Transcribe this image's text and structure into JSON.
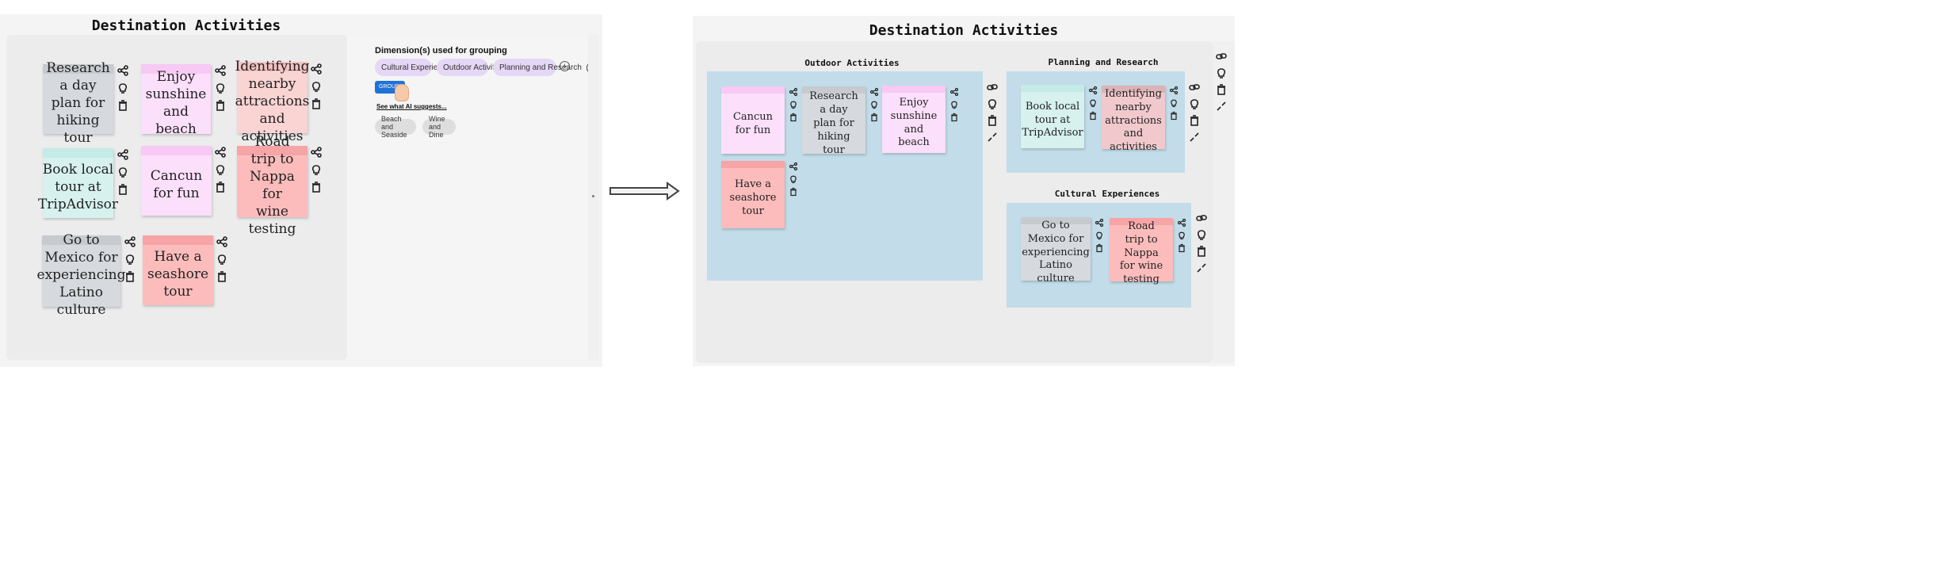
{
  "colors": {
    "gray": "#d6d9de",
    "gray_band": "#c7cacf",
    "pink": "#fcdffb",
    "pink_band": "#f8c9f4",
    "salmon": "#fad3d3",
    "salmon_band": "#f5c1c1",
    "mint": "#d6f1ee",
    "mint_band": "#c5ebe6",
    "red": "#fcbcbc",
    "red_band": "#f6a4a6",
    "group_bg": "#c2dde9",
    "chip_bg": "#e5d7f6",
    "button_blue": "#1f73d6"
  },
  "before": {
    "title": "Destination Activities",
    "notes": [
      {
        "text": "Research a day plan for hiking tour",
        "color": "gray"
      },
      {
        "text": "Enjoy sunshine and beach",
        "color": "pink"
      },
      {
        "text": "Identifying nearby attractions and activities",
        "color": "salmon"
      },
      {
        "text": "Book local tour at TripAdvisor",
        "color": "mint"
      },
      {
        "text": "Cancun for fun",
        "color": "pink"
      },
      {
        "text": "Road trip to Nappa for wine testing",
        "color": "red"
      },
      {
        "text": "Go to Mexico for experiencing Latino culture",
        "color": "gray"
      },
      {
        "text": "Have a seashore tour",
        "color": "red"
      }
    ],
    "grouping_panel": {
      "heading": "Dimension(s) used for grouping",
      "chips": [
        "Cultural Experiences",
        "Outdoor Activities",
        "Planning and Research"
      ],
      "group_button": "GROUP",
      "ai_link": "See what AI suggests...",
      "suggestions": [
        "Beach and Seaside",
        "Wine and Dine"
      ]
    }
  },
  "after": {
    "title": "Destination Activities",
    "groups": [
      {
        "title": "Outdoor Activities",
        "notes": [
          {
            "text": "Cancun for fun",
            "color": "pink"
          },
          {
            "text": "Research a day plan for hiking tour",
            "color": "gray"
          },
          {
            "text": "Enjoy sunshine and beach",
            "color": "pink"
          },
          {
            "text": "Have a seashore tour",
            "color": "red"
          }
        ]
      },
      {
        "title": "Planning and Research",
        "notes": [
          {
            "text": "Book local tour at TripAdvisor",
            "color": "mint"
          },
          {
            "text": "Identifying nearby attractions and activities",
            "color": "salmon"
          }
        ]
      },
      {
        "title": "Cultural Experiences",
        "notes": [
          {
            "text": "Go to Mexico for experiencing Latino culture",
            "color": "gray"
          },
          {
            "text": "Road trip to Nappa for wine testing",
            "color": "red"
          }
        ]
      }
    ]
  }
}
